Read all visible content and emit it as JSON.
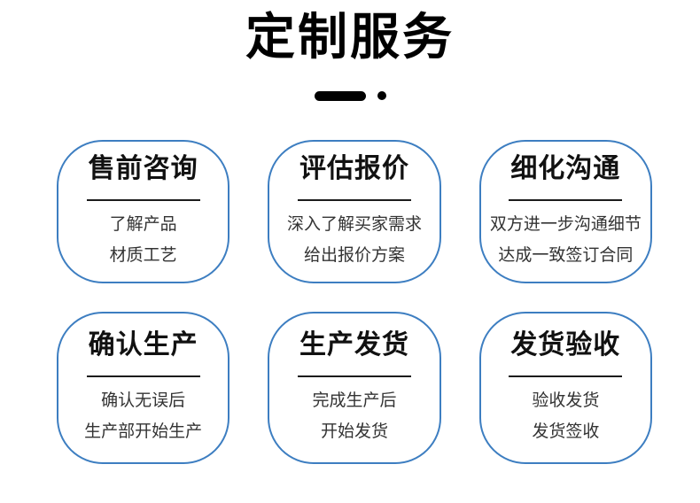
{
  "header": {
    "title": "定制服务"
  },
  "colors": {
    "card_border": "#3d7ec1",
    "title_text": "#000000",
    "body_text": "#333333"
  },
  "cards": [
    {
      "title": "售前咨询",
      "lines": [
        "了解产品",
        "材质工艺"
      ]
    },
    {
      "title": "评估报价",
      "lines": [
        "深入了解买家需求",
        "给出报价方案"
      ]
    },
    {
      "title": "细化沟通",
      "lines": [
        "双方进一步沟通细节",
        "达成一致签订合同"
      ]
    },
    {
      "title": "确认生产",
      "lines": [
        "确认无误后",
        "生产部开始生产"
      ]
    },
    {
      "title": "生产发货",
      "lines": [
        "完成生产后",
        "开始发货"
      ]
    },
    {
      "title": "发货验收",
      "lines": [
        "验收发货",
        "发货签收"
      ]
    }
  ]
}
